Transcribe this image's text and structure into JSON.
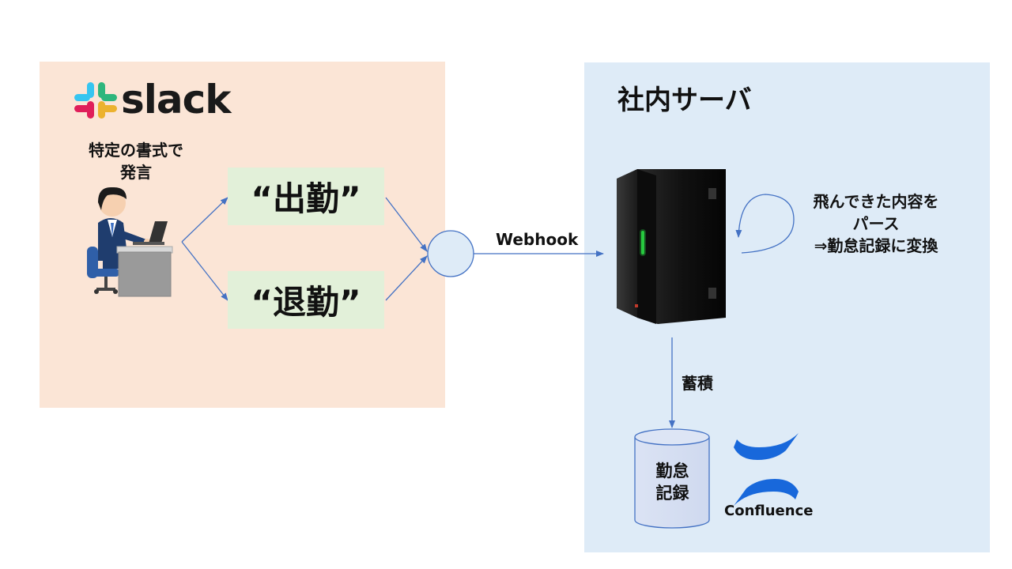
{
  "slack": {
    "logo_text": "slack",
    "caption_line1": "特定の書式で",
    "caption_line2": "発言",
    "message_in": "“出勤”",
    "message_out": "“退勤”"
  },
  "connection": {
    "label": "Webhook"
  },
  "server": {
    "title": "社内サーバ",
    "note_line1": "飛んできた内容を",
    "note_line2": "パース",
    "note_line3": "⇒勤怠記録に変換",
    "store_label": "蓄積"
  },
  "database": {
    "label_line1": "勤怠",
    "label_line2": "記録"
  },
  "confluence": {
    "label": "Confluence"
  },
  "colors": {
    "slack_panel": "#fbe5d6",
    "server_panel": "#deebf7",
    "message_box": "#e2f0d9",
    "arrow": "#4472c4",
    "confluence_blue": "#1868db"
  }
}
